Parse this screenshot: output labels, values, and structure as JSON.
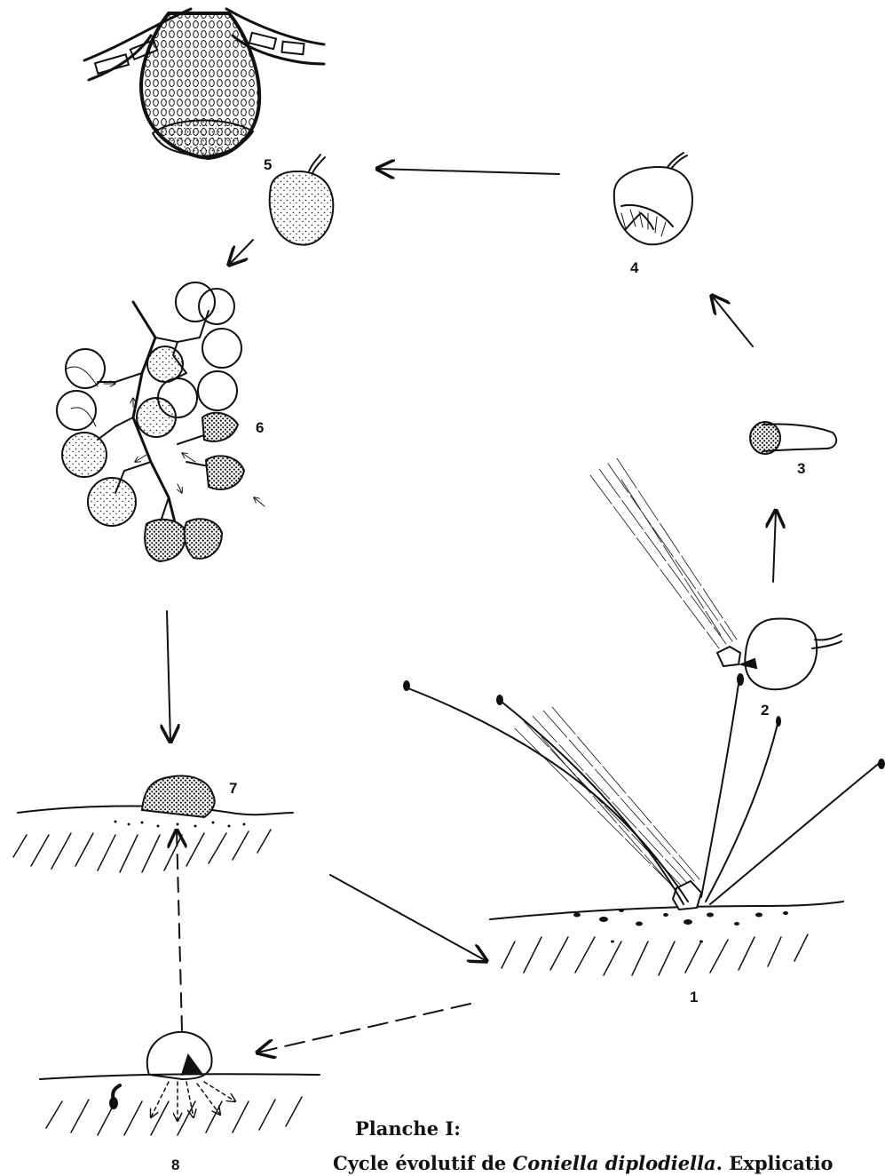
{
  "plate": {
    "title": "Planche I:",
    "caption_prefix": "Cycle évolutif de ",
    "caption_species": "Coniella diplodiella",
    "caption_suffix": ". Explicatio"
  },
  "stages": [
    {
      "id": "1",
      "label": "1"
    },
    {
      "id": "2",
      "label": "2"
    },
    {
      "id": "3",
      "label": "3"
    },
    {
      "id": "4",
      "label": "4"
    },
    {
      "id": "5",
      "label": "5"
    },
    {
      "id": "6",
      "label": "6"
    },
    {
      "id": "7",
      "label": "7"
    },
    {
      "id": "8",
      "label": "8"
    }
  ],
  "colors": {
    "ink": "#111111",
    "paper": "#ffffff"
  }
}
